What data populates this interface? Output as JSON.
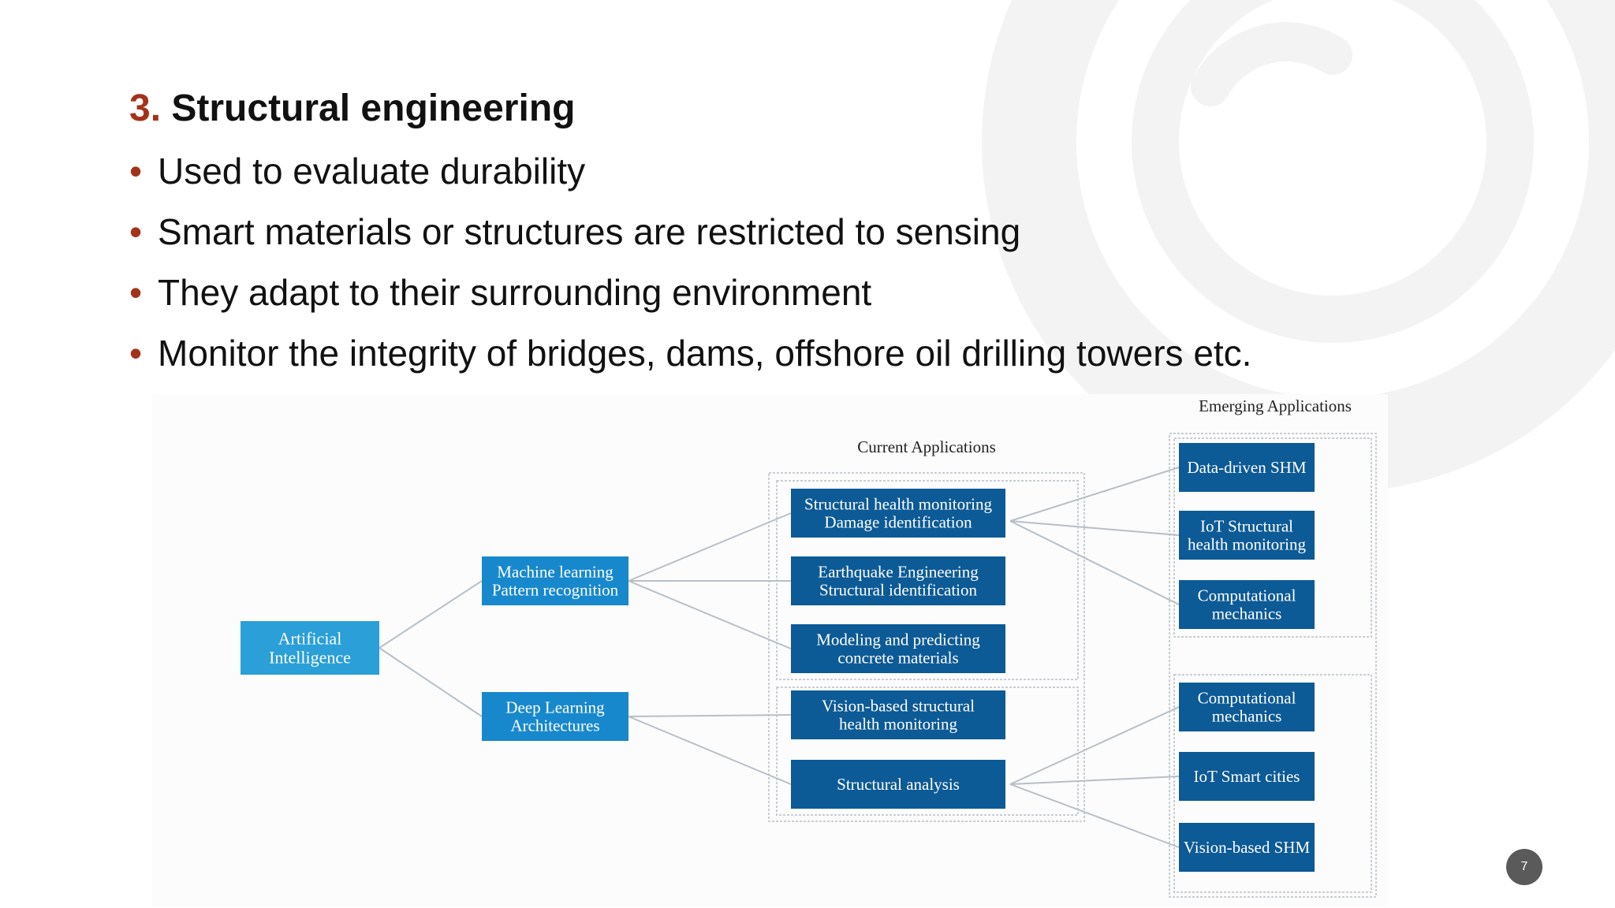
{
  "slide": {
    "title_number": "3.",
    "title_text": "Structural engineering",
    "bullets": [
      "Used to evaluate durability",
      "Smart materials or structures are restricted to sensing",
      "They adapt to their surrounding environment",
      "Monitor the integrity of bridges, dams, offshore oil drilling towers etc."
    ],
    "page_number": "7"
  },
  "diagram": {
    "root": [
      "Artificial",
      "Intelligence"
    ],
    "branches": [
      [
        "Machine learning",
        "Pattern recognition"
      ],
      [
        "Deep Learning",
        "Architectures"
      ]
    ],
    "current_header": "Current Applications",
    "current": [
      [
        "Structural health monitoring",
        "Damage identification"
      ],
      [
        "Earthquake Engineering",
        "Structural identification"
      ],
      [
        "Modeling and predicting",
        "concrete materials"
      ],
      [
        "Vision-based structural",
        "health monitoring"
      ],
      [
        "Structural analysis"
      ]
    ],
    "emerging_header": "Emerging Applications",
    "emerging": [
      [
        "Data-driven SHM"
      ],
      [
        "IoT Structural",
        "health monitoring"
      ],
      [
        "Computational",
        "mechanics"
      ],
      [
        "Computational",
        "mechanics"
      ],
      [
        "IoT Smart cities"
      ],
      [
        "Vision-based SHM"
      ]
    ],
    "colors": {
      "root_fill": "#2a9fd8",
      "branch_fill": "#1888cc",
      "app_fill": "#0c5a96",
      "connector": "#b8bfc6",
      "group_border": "#c9ced3"
    }
  },
  "theme": {
    "accent": "#a3321a",
    "decor": "#f2f2f2"
  }
}
